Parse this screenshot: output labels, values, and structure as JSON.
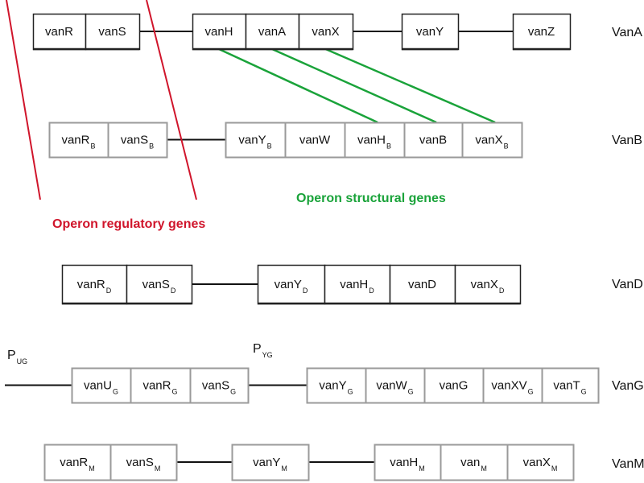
{
  "colors": {
    "regulatory": "#d0152b",
    "structural": "#1aa33a",
    "line": "#111111",
    "box_border": "#9a9a9a",
    "box_border_dark": "#222222",
    "box_fill": "#ffffff"
  },
  "annotations": {
    "regulatory_label": "Operon regulatory genes",
    "structural_label": "Operon structural genes"
  },
  "clusters": [
    {
      "name": "VanA",
      "genes": [
        {
          "base": "vanR",
          "sub": ""
        },
        {
          "base": "vanS",
          "sub": ""
        },
        {
          "base": "vanH",
          "sub": ""
        },
        {
          "base": "vanA",
          "sub": ""
        },
        {
          "base": "vanX",
          "sub": ""
        },
        {
          "base": "vanY",
          "sub": ""
        },
        {
          "base": "vanZ",
          "sub": ""
        }
      ]
    },
    {
      "name": "VanB",
      "genes": [
        {
          "base": "vanR",
          "sub": "B"
        },
        {
          "base": "vanS",
          "sub": "B"
        },
        {
          "base": "vanY",
          "sub": "B"
        },
        {
          "base": "vanW",
          "sub": ""
        },
        {
          "base": "vanH",
          "sub": "B"
        },
        {
          "base": "vanB",
          "sub": ""
        },
        {
          "base": "vanX",
          "sub": "B"
        }
      ]
    },
    {
      "name": "VanD",
      "genes": [
        {
          "base": "vanR",
          "sub": "D"
        },
        {
          "base": "vanS",
          "sub": "D"
        },
        {
          "base": "vanY",
          "sub": "D"
        },
        {
          "base": "vanH",
          "sub": "D"
        },
        {
          "base": "vanD",
          "sub": ""
        },
        {
          "base": "vanX",
          "sub": "D"
        }
      ]
    },
    {
      "name": "VanG",
      "promoters": [
        {
          "base": "P",
          "sub": "UG"
        },
        {
          "base": "P",
          "sub": "YG"
        }
      ],
      "genes": [
        {
          "base": "vanU",
          "sub": "G"
        },
        {
          "base": "vanR",
          "sub": "G"
        },
        {
          "base": "vanS",
          "sub": "G"
        },
        {
          "base": "vanY",
          "sub": "G"
        },
        {
          "base": "vanW",
          "sub": "G"
        },
        {
          "base": "vanG",
          "sub": ""
        },
        {
          "base": "vanXV",
          "sub": "G"
        },
        {
          "base": "vanT",
          "sub": "G"
        }
      ]
    },
    {
      "name": "VanM",
      "genes": [
        {
          "base": "vanR",
          "sub": "M"
        },
        {
          "base": "vanS",
          "sub": "M"
        },
        {
          "base": "vanY",
          "sub": "M"
        },
        {
          "base": "vanH",
          "sub": "M"
        },
        {
          "base": "van",
          "sub": "M"
        },
        {
          "base": "vanX",
          "sub": "M"
        }
      ]
    }
  ]
}
